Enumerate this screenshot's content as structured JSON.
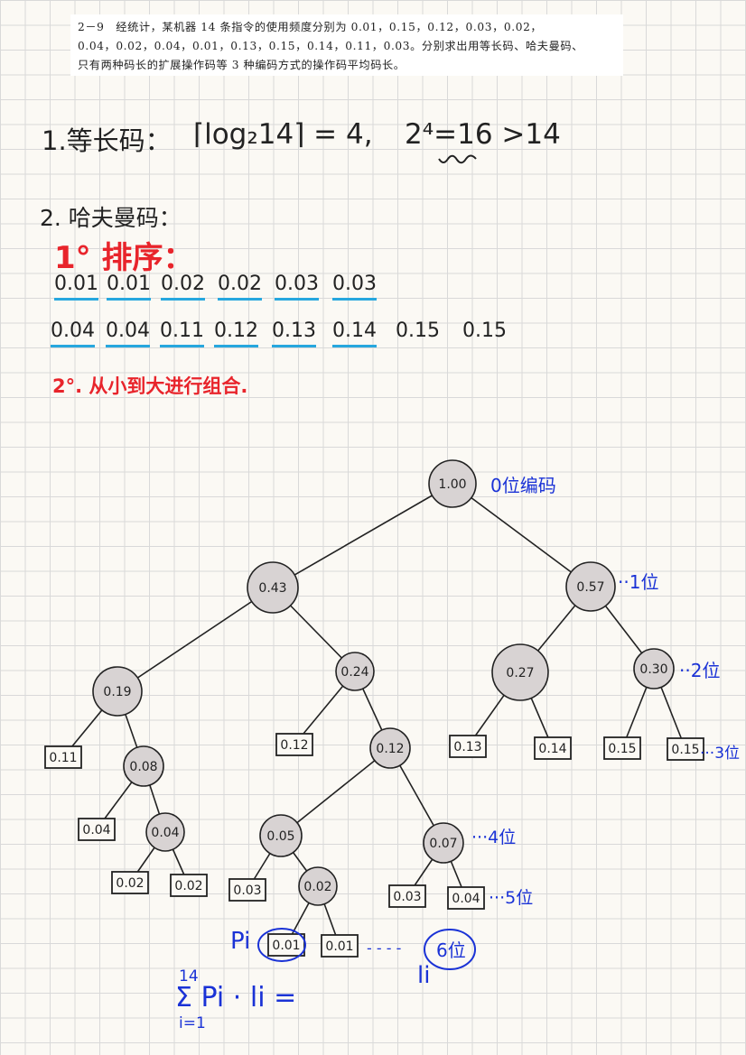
{
  "problem": {
    "line1": "2－9　经统计，某机器 14 条指令的使用频度分别为 0.01，0.15，0.12，0.03，0.02，",
    "line2": "0.04，0.02，0.04，0.01，0.13，0.15，0.14，0.11，0.03。分别求出用等长码、哈夫曼码、",
    "line3": "只有两种码长的扩展操作码等 3 种编码方式的操作码平均码长。"
  },
  "notes": {
    "equal_length_label": "1.等长码：",
    "equal_length_formula": "⌈log₂14⌉ = 4,",
    "power_check": "2⁴=16 >14",
    "huffman_label": "2. 哈夫曼码：",
    "step1": "1° 排序：",
    "step2": "2°. 从小到大进行组合.",
    "sum_formula": "Σ Pi · li =",
    "sum_upper": "14",
    "sum_lower": "i=1",
    "pi_label": "Pi",
    "li_label": "li"
  },
  "sorted_rows": [
    [
      "0.01",
      "0.01",
      "0.02",
      "0.02",
      "0.03",
      "0.03"
    ],
    [
      "0.04",
      "0.04",
      "0.11",
      "0.12",
      "0.13",
      "0.14",
      "0.15",
      "0.15"
    ]
  ],
  "tree": {
    "nodes": [
      {
        "id": "n100",
        "label": "1.00",
        "kind": "internal"
      },
      {
        "id": "n043",
        "label": "0.43",
        "kind": "internal"
      },
      {
        "id": "n057",
        "label": "0.57",
        "kind": "internal"
      },
      {
        "id": "n019",
        "label": "0.19",
        "kind": "internal"
      },
      {
        "id": "n024",
        "label": "0.24",
        "kind": "internal"
      },
      {
        "id": "n027",
        "label": "0.27",
        "kind": "internal"
      },
      {
        "id": "n030",
        "label": "0.30",
        "kind": "internal"
      },
      {
        "id": "l011",
        "label": "0.11",
        "kind": "leaf"
      },
      {
        "id": "n008",
        "label": "0.08",
        "kind": "internal"
      },
      {
        "id": "l012",
        "label": "0.12",
        "kind": "leaf"
      },
      {
        "id": "n012",
        "label": "0.12",
        "kind": "internal"
      },
      {
        "id": "l013",
        "label": "0.13",
        "kind": "leaf"
      },
      {
        "id": "l014",
        "label": "0.14",
        "kind": "leaf"
      },
      {
        "id": "l015a",
        "label": "0.15",
        "kind": "leaf"
      },
      {
        "id": "l015b",
        "label": "0.15",
        "kind": "leaf"
      },
      {
        "id": "l004a",
        "label": "0.04",
        "kind": "leaf"
      },
      {
        "id": "n004",
        "label": "0.04",
        "kind": "internal"
      },
      {
        "id": "n005",
        "label": "0.05",
        "kind": "internal"
      },
      {
        "id": "n007",
        "label": "0.07",
        "kind": "internal"
      },
      {
        "id": "l002a",
        "label": "0.02",
        "kind": "leaf"
      },
      {
        "id": "l002b",
        "label": "0.02",
        "kind": "leaf"
      },
      {
        "id": "l003a",
        "label": "0.03",
        "kind": "leaf"
      },
      {
        "id": "n002",
        "label": "0.02",
        "kind": "internal"
      },
      {
        "id": "l003b",
        "label": "0.03",
        "kind": "leaf"
      },
      {
        "id": "l004b",
        "label": "0.04",
        "kind": "leaf"
      },
      {
        "id": "l001a",
        "label": "0.01",
        "kind": "leaf"
      },
      {
        "id": "l001b",
        "label": "0.01",
        "kind": "leaf"
      }
    ],
    "edges": [
      [
        "n100",
        "n043"
      ],
      [
        "n100",
        "n057"
      ],
      [
        "n043",
        "n019"
      ],
      [
        "n043",
        "n024"
      ],
      [
        "n057",
        "n027"
      ],
      [
        "n057",
        "n030"
      ],
      [
        "n019",
        "l011"
      ],
      [
        "n019",
        "n008"
      ],
      [
        "n024",
        "l012"
      ],
      [
        "n024",
        "n012"
      ],
      [
        "n027",
        "l013"
      ],
      [
        "n027",
        "l014"
      ],
      [
        "n030",
        "l015a"
      ],
      [
        "n030",
        "l015b"
      ],
      [
        "n008",
        "l004a"
      ],
      [
        "n008",
        "n004"
      ],
      [
        "n012",
        "n005"
      ],
      [
        "n012",
        "n007"
      ],
      [
        "n004",
        "l002a"
      ],
      [
        "n004",
        "l002b"
      ],
      [
        "n005",
        "l003a"
      ],
      [
        "n005",
        "n002"
      ],
      [
        "n007",
        "l003b"
      ],
      [
        "n007",
        "l004b"
      ],
      [
        "n002",
        "l001a"
      ],
      [
        "n002",
        "l001b"
      ]
    ],
    "level_notes": [
      {
        "id": "lv0",
        "text": "0位编码"
      },
      {
        "id": "lv1",
        "text": "··1位"
      },
      {
        "id": "lv2",
        "text": "··2位"
      },
      {
        "id": "lv3",
        "text": "···3位"
      },
      {
        "id": "lv4",
        "text": "···4位"
      },
      {
        "id": "lv5",
        "text": "···5位"
      },
      {
        "id": "lv6",
        "text": "6位"
      },
      {
        "id": "lv6dots",
        "text": "- - - -"
      }
    ]
  },
  "colors": {
    "ink": "#222222",
    "red": "#e8242b",
    "blue": "#1a32d6",
    "highlight": "#27a7de",
    "node_fill": "#d8d3d3"
  }
}
